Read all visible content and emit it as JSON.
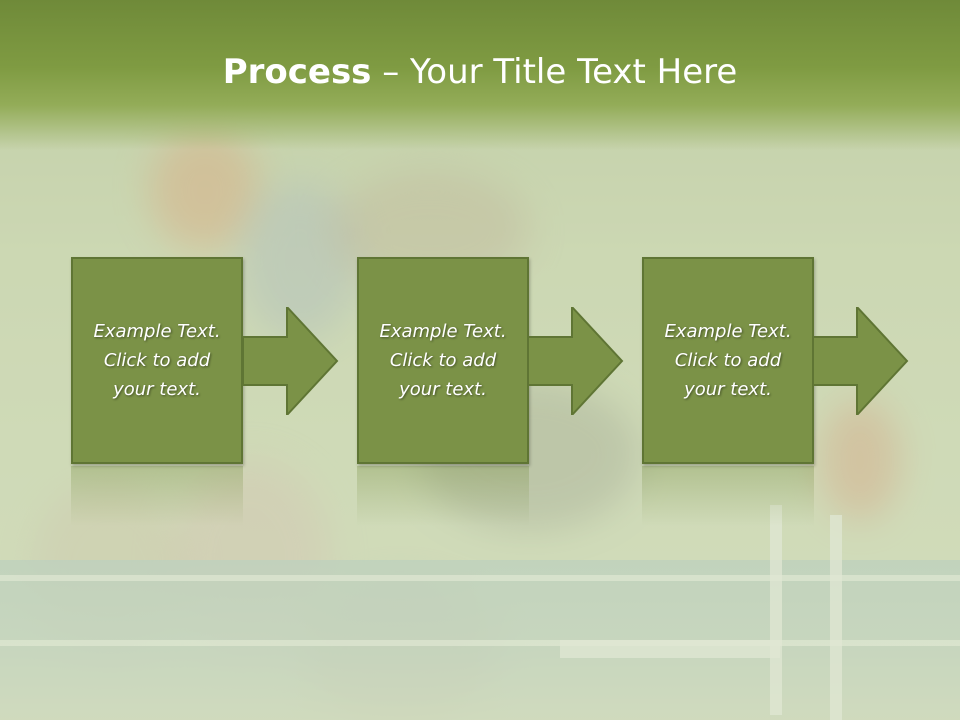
{
  "slide": {
    "title_bold": "Process",
    "title_rest": " – Your Title Text Here"
  },
  "steps": [
    {
      "text": "Example Text.\nClick  to add\nyour text."
    },
    {
      "text": "Example Text.\nClick  to add\nyour text."
    },
    {
      "text": "Example Text.\nClick  to add\nyour text."
    }
  ],
  "colors": {
    "header": "#7f9b42",
    "box_fill": "#7b9247",
    "box_border": "#5f7534",
    "arrow_fill": "#7b9247"
  },
  "background": {
    "subject": "hurdles-race-photo"
  }
}
